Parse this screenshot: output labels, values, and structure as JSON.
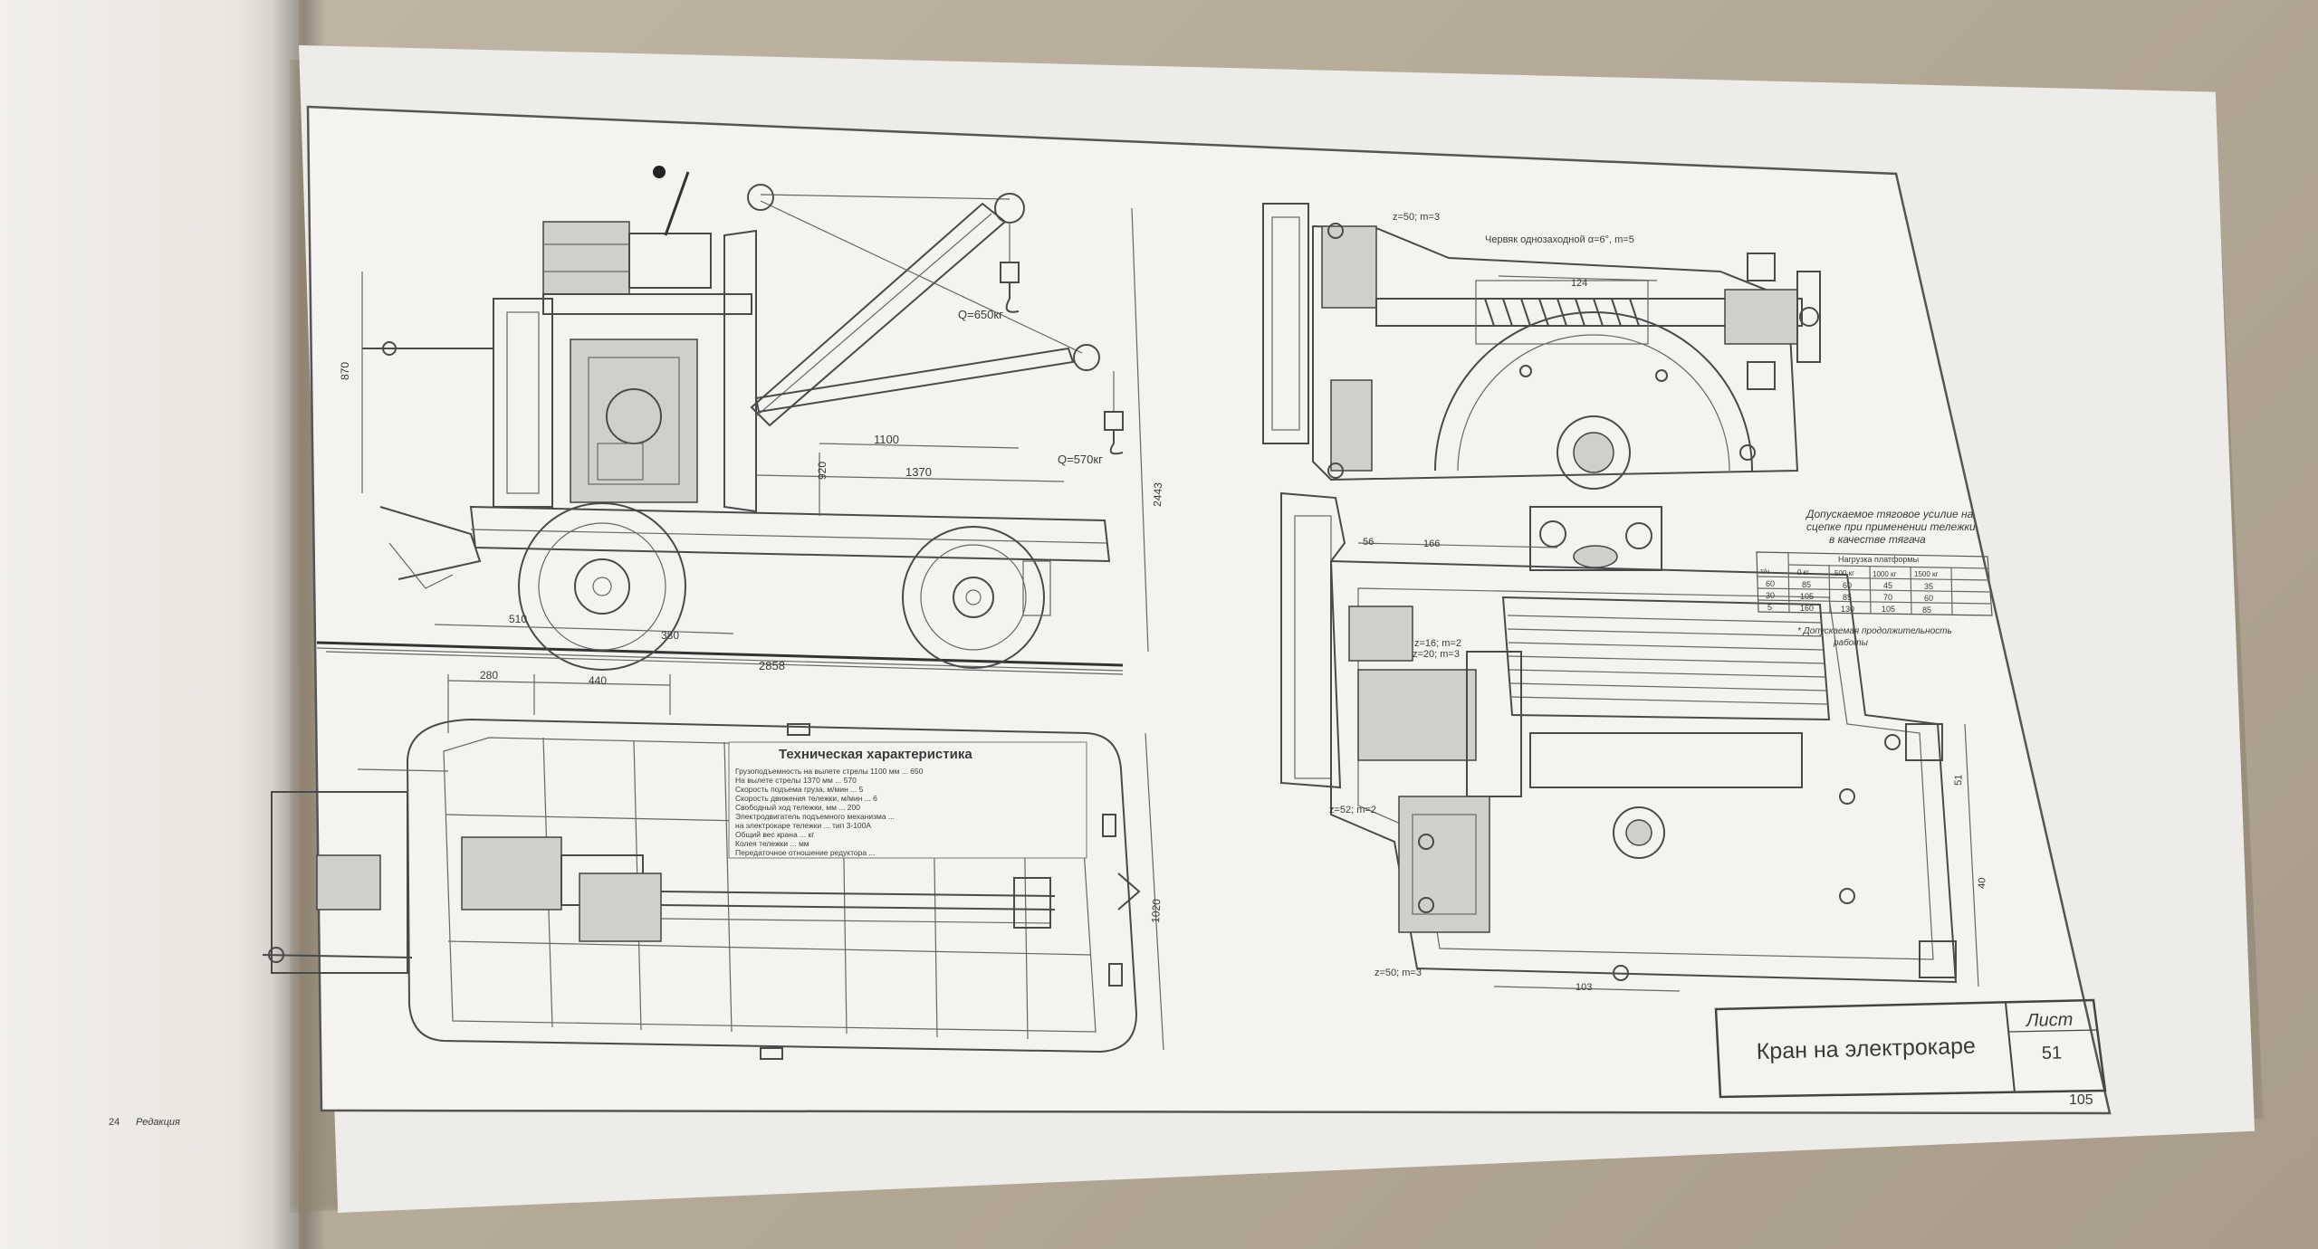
{
  "title_block": {
    "title": "Кран на электрокаре",
    "sheet_label": "Лист",
    "sheet_number": "51"
  },
  "page": {
    "number": "105",
    "footer_left_num": "24",
    "footer_left_text": "Редакция"
  },
  "crane_view": {
    "load_top": "Q=650кг",
    "load_bottom": "Q=570кг",
    "dims": [
      "1100",
      "1370",
      "2858",
      "870",
      "920",
      "2443",
      "510",
      "380"
    ]
  },
  "plan_view": {
    "dims_top": [
      "280",
      "440"
    ],
    "dim_right": "1020",
    "spec_title": "Техническая характеристика",
    "spec_lines": [
      "Грузоподъемность на вылете стрелы 1100 мм  ... 650",
      "На вылете стрелы 1370 мм  ... 570",
      "Скорость подъема груза, м/мин  ... 5",
      "Скорость движения тележки, м/мин  ... 6",
      "Свободный ход тележки, мм  ... 200",
      "Электродвигатель подъемного механизма  ...",
      "на электрокаре тележки ... тип 3-100А",
      "Общий вес крана ... кг",
      "Колея тележки ... мм",
      "Передаточное отношение редуктора  ..."
    ]
  },
  "gear_top": {
    "label_z": "z=50; m=3",
    "label_worm": "Червяк однозаходной α=6°, m=5",
    "dim": "124"
  },
  "gear_bottom": {
    "labels": [
      "z=16; m=2",
      "z=20; m=3",
      "z=52; m=2",
      "z=50; m=3"
    ],
    "dims": [
      "56",
      "166",
      "103",
      "40",
      "51"
    ]
  },
  "tension_table": {
    "title_lines": [
      "Допускаемое тяговое усилие на",
      "сцепке при применении тележки",
      "в качестве тягача"
    ],
    "header": "Нагрузка платформы",
    "columns": [
      "т/ч",
      "0 кг",
      "500 кг",
      "1000 кг",
      "1500 кг"
    ],
    "rows": [
      [
        "60",
        "85",
        "60",
        "45",
        "35"
      ],
      [
        "30",
        "105",
        "85",
        "70",
        "60"
      ],
      [
        "5",
        "160",
        "130",
        "105",
        "85"
      ]
    ],
    "footnote_lines": [
      "* Допускаемая продолжительность",
      "работы"
    ]
  }
}
